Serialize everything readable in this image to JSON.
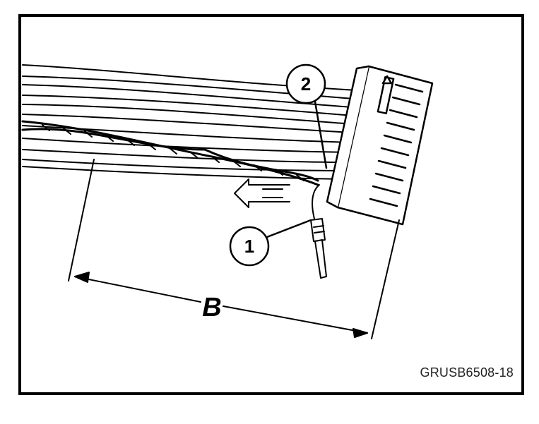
{
  "callouts": {
    "one": "1",
    "two": "2"
  },
  "dimension_label": "B",
  "figure_id": "GRUSB6508-18",
  "icons": [
    "wire-harness-icon",
    "connector-block-icon",
    "pull-arrow-icon",
    "terminal-pin-icon"
  ]
}
